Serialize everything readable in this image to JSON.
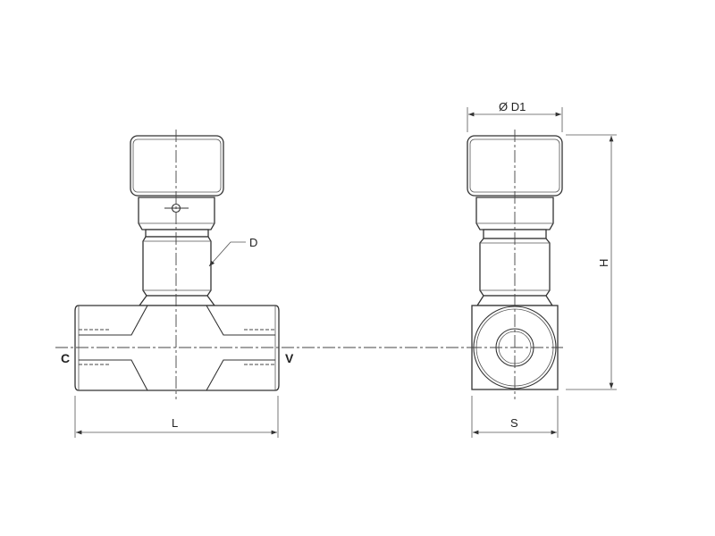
{
  "labels": {
    "inlet": "C",
    "outlet": "V",
    "thread": "D",
    "length": "L",
    "knob_diameter": "Ø D1",
    "height": "H",
    "width": "S"
  },
  "colors": {
    "line": "#333333",
    "background": "#ffffff"
  }
}
